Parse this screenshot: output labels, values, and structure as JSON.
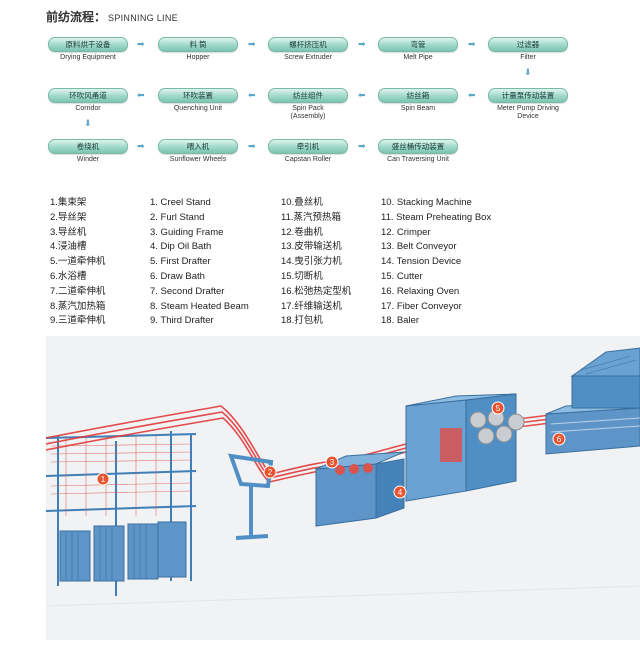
{
  "header": {
    "title_zh": "前纺流程：",
    "title_en": "SPINNING LINE"
  },
  "flow": {
    "row1": [
      {
        "zh": "原料烘干设备",
        "en": "Drying Equipment"
      },
      {
        "zh": "料 筒",
        "en": "Hopper"
      },
      {
        "zh": "螺杆挤压机",
        "en": "Screw Extruder"
      },
      {
        "zh": "弯管",
        "en": "Melt Pipe"
      },
      {
        "zh": "过滤器",
        "en": "Filter"
      }
    ],
    "row2": [
      {
        "zh": "环吹风甬道",
        "en": "Corridor"
      },
      {
        "zh": "环吹装置",
        "en": "Quenching Unit"
      },
      {
        "zh": "纺丝组件",
        "en": "Spin Pack",
        "en2": "(Assembly)"
      },
      {
        "zh": "纺丝箱",
        "en": "Spin Beam"
      },
      {
        "zh": "计量泵传动装置",
        "en": "Meter Pump Driving Device"
      }
    ],
    "row3": [
      {
        "zh": "卷绕机",
        "en": "Winder"
      },
      {
        "zh": "喂入机",
        "en": "Sunflower Wheels"
      },
      {
        "zh": "牵引机",
        "en": "Capstan Roller"
      },
      {
        "zh": "盛丝桶传动装置",
        "en": "Can Traversing Unit"
      }
    ]
  },
  "legend": {
    "col_zh_1": [
      "1.集束架",
      "2.导丝架",
      "3.导丝机",
      "4.浸油槽",
      "5.一道牵伸机",
      "6.水浴槽",
      "7.二道牵伸机",
      "8.蒸汽加热箱",
      "9.三道牵伸机"
    ],
    "col_en_1": [
      "1. Creel Stand",
      "2. Furl Stand",
      "3. Guiding Frame",
      "4. Dip Oil Bath",
      "5. First Drafter",
      "6. Draw Bath",
      "7. Second Drafter",
      "8. Steam Heated Beam",
      "9. Third Drafter"
    ],
    "col_zh_2": [
      "10.叠丝机",
      "11.蒸汽预热箱",
      "12.卷曲机",
      "13.皮带输送机",
      "14.曳引张力机",
      "15.切断机",
      "16.松弛热定型机",
      "17.纤维输送机",
      "18.打包机"
    ],
    "col_en_2": [
      "10. Stacking Machine",
      "11. Steam Preheating Box",
      "12. Crimper",
      "13. Belt Conveyor",
      "14. Tension Device",
      "15. Cutter",
      "16. Relaxing Oven",
      "17. Fiber Conveyor",
      "18. Baler"
    ]
  },
  "scene": {
    "markers": [
      "1",
      "2",
      "3",
      "4",
      "5",
      "6"
    ]
  },
  "colors": {
    "pill": "#9fd8c8",
    "arrow": "#5aa8c8",
    "machine": "#4f8fc6",
    "yarn": "#e23a3a",
    "marker": "#e8542f"
  }
}
